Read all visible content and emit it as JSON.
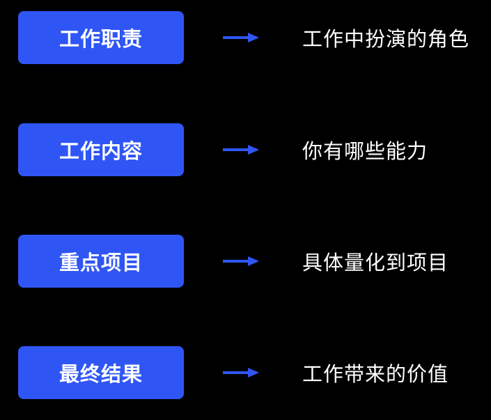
{
  "colors": {
    "background": "#000000",
    "box": "#2f56f5",
    "arrow": "#2f56f5",
    "text": "#ffffff"
  },
  "rows": [
    {
      "label": "工作职责",
      "description": "工作中扮演的角色"
    },
    {
      "label": "工作内容",
      "description": "你有哪些能力"
    },
    {
      "label": "重点项目",
      "description": "具体量化到项目"
    },
    {
      "label": "最终结果",
      "description": "工作带来的价值"
    }
  ]
}
